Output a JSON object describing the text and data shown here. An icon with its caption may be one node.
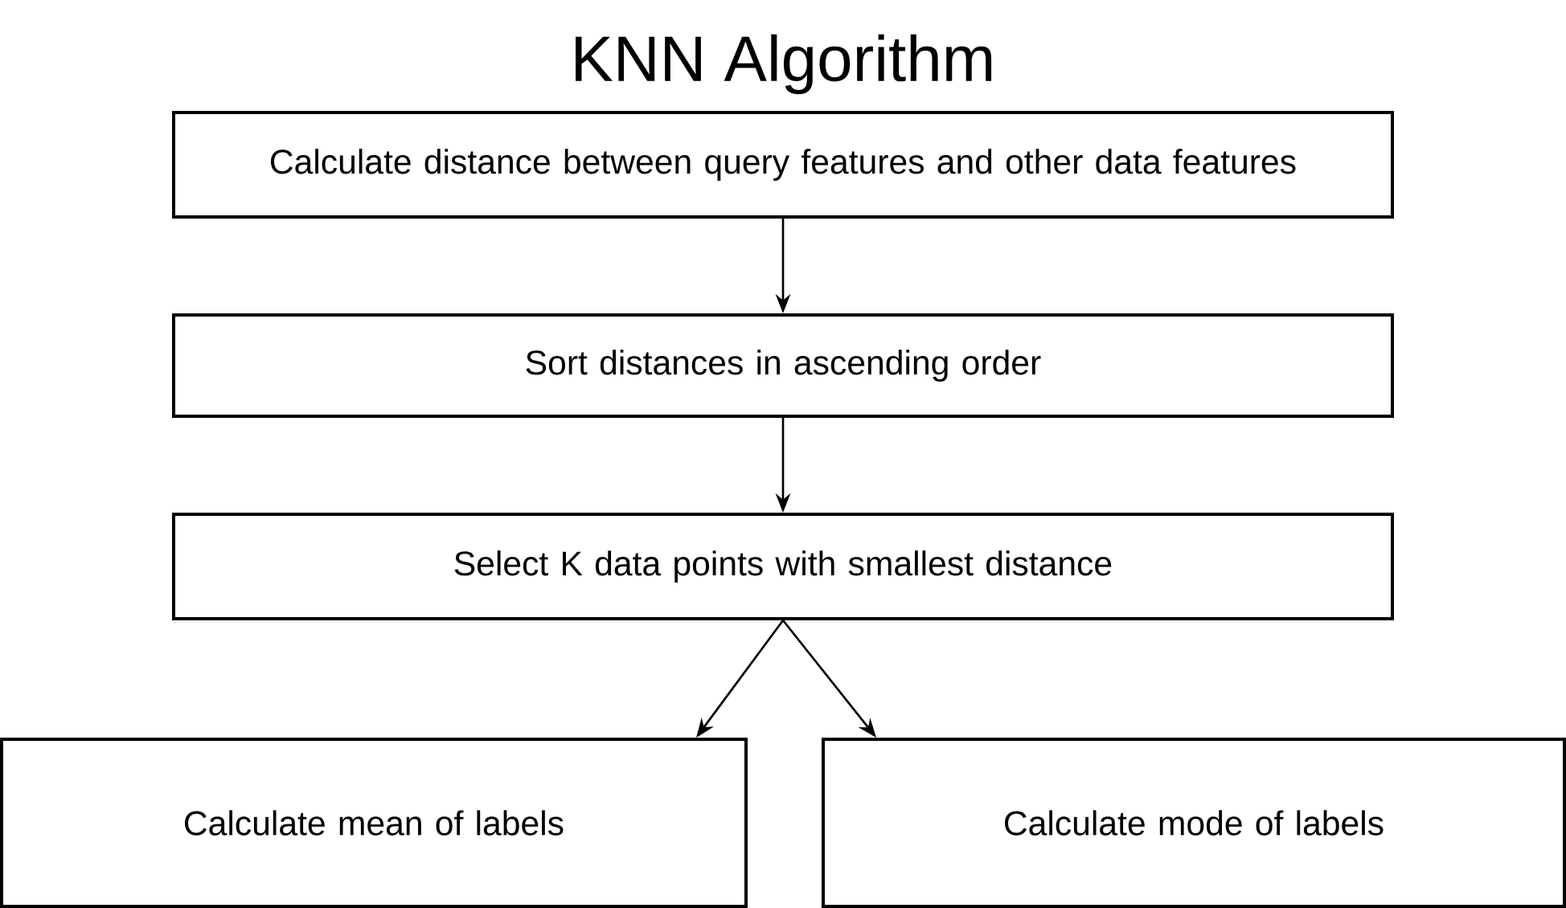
{
  "diagram": {
    "title": "KNN Algorithm",
    "nodes": [
      {
        "text": [
          "Calculate distance between query features and other data features"
        ]
      },
      {
        "text": [
          "Sort distances in ascending order"
        ]
      },
      {
        "text": [
          "Select K data points with smallest distance"
        ]
      },
      {
        "text": [
          "Calculate mean of labels"
        ]
      },
      {
        "text": [
          "Calculate mode of labels"
        ]
      }
    ],
    "edges": [
      {
        "from": 0,
        "to": 1,
        "arrow": "to"
      },
      {
        "from": 1,
        "to": 2,
        "arrow": "to"
      },
      {
        "from": 2,
        "to": 3,
        "arrow": "to"
      },
      {
        "from": 2,
        "to": 4,
        "arrow": "to"
      }
    ]
  }
}
